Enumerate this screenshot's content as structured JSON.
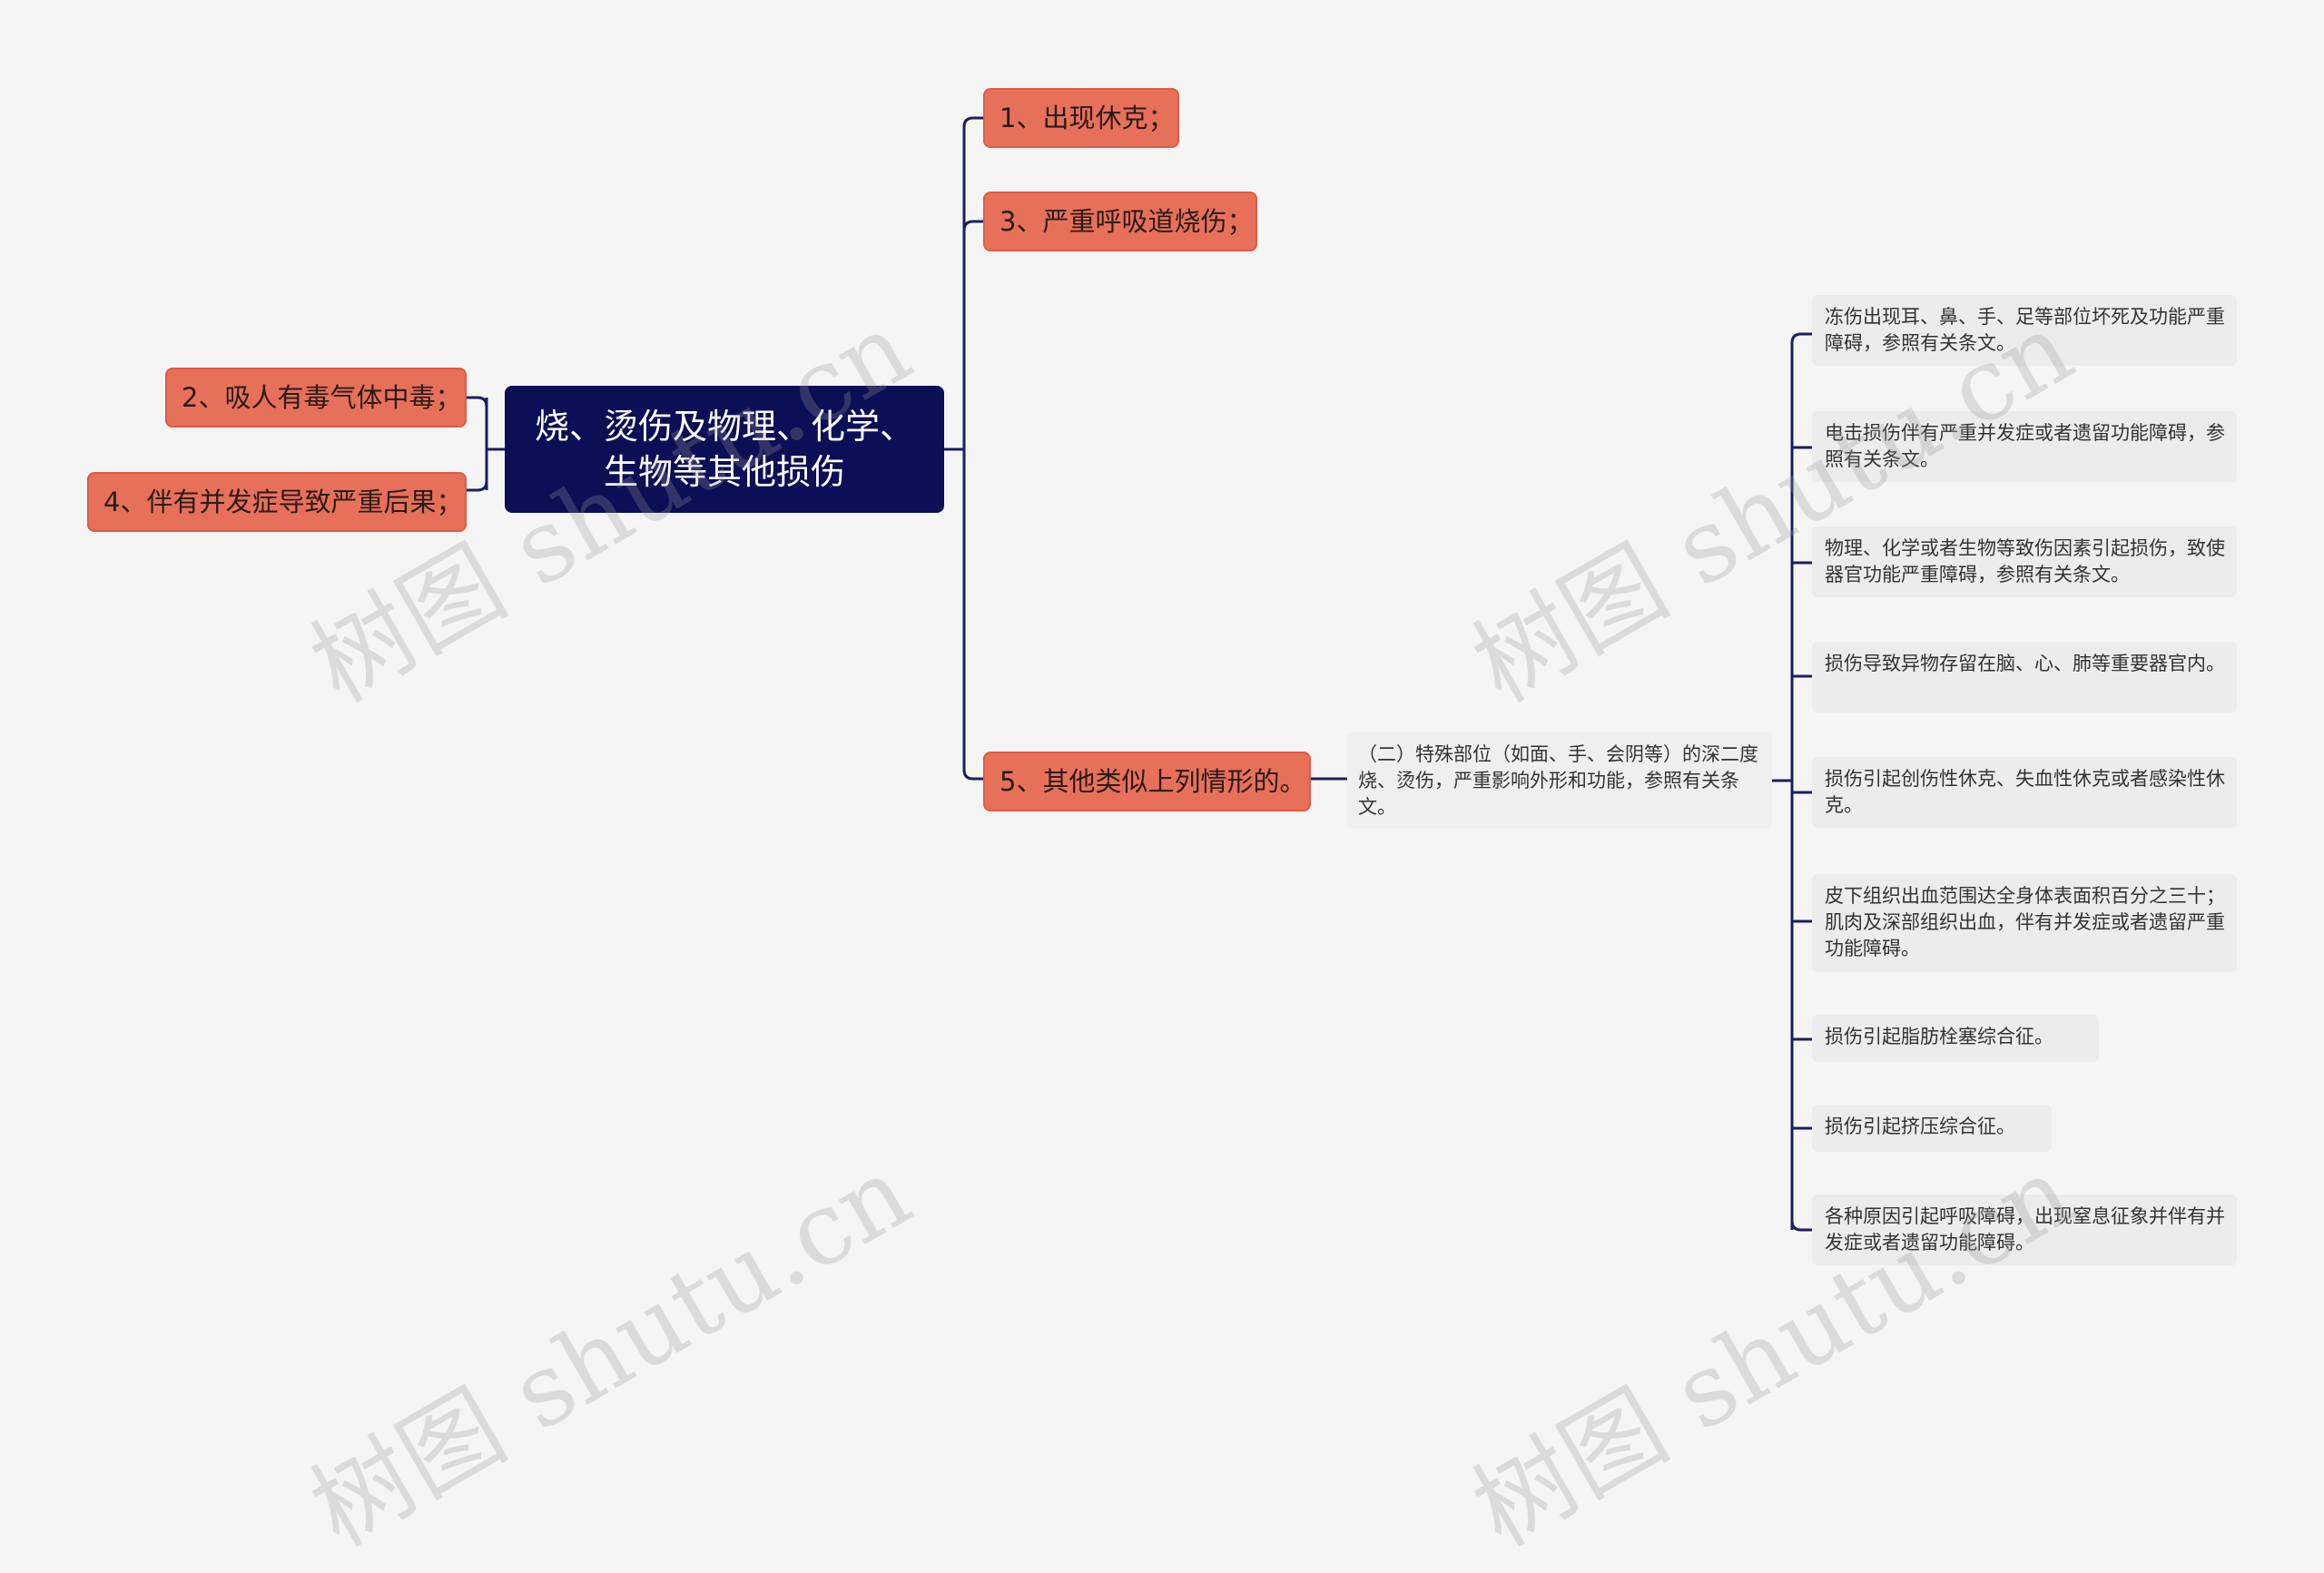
{
  "root": {
    "text": "烧、烫伤及物理、化学、生物等其他损伤"
  },
  "left_branches": [
    {
      "text": "2、吸人有毒气体中毒；"
    },
    {
      "text": "4、伴有并发症导致严重后果；"
    }
  ],
  "right_branches": [
    {
      "text": "1、出现休克；"
    },
    {
      "text": "3、严重呼吸道烧伤；"
    },
    {
      "text": "5、其他类似上列情形的。"
    }
  ],
  "mid_node": {
    "text": "（二）特殊部位（如面、手、会阴等）的深二度烧、烫伤，严重影响外形和功能，参照有关条文。"
  },
  "leaves": [
    {
      "text": " 冻伤出现耳、鼻、手、足等部位坏死及功能严重障碍，参照有关条文。"
    },
    {
      "text": " 电击损伤伴有严重并发症或者遗留功能障碍，参照有关条文。"
    },
    {
      "text": " 物理、化学或者生物等致伤因素引起损伤，致使器官功能严重障碍，参照有关条文。"
    },
    {
      "text": "损伤导致异物存留在脑、心、肺等重要器官内。"
    },
    {
      "text": " 损伤引起创伤性休克、失血性休克或者感染性休克。"
    },
    {
      "text": " 皮下组织出血范围达全身体表面积百分之三十；肌肉及深部组织出血，伴有并发症或者遗留严重功能障碍。"
    },
    {
      "text": "  损伤引起脂肪栓塞综合征。"
    },
    {
      "text": " 损伤引起挤压综合征。"
    },
    {
      "text": " 各种原因引起呼吸障碍，出现窒息征象并伴有并发症或者遗留功能障碍。"
    }
  ],
  "watermark": {
    "text": "树图 shutu.cn"
  },
  "colors": {
    "background": "#f5f5f5",
    "root_fill": "#0c0f56",
    "branch_fill": "#e7705a",
    "branch_border": "#e05a42",
    "leaf_fill": "#ececec",
    "line": "#1a1f5c"
  }
}
